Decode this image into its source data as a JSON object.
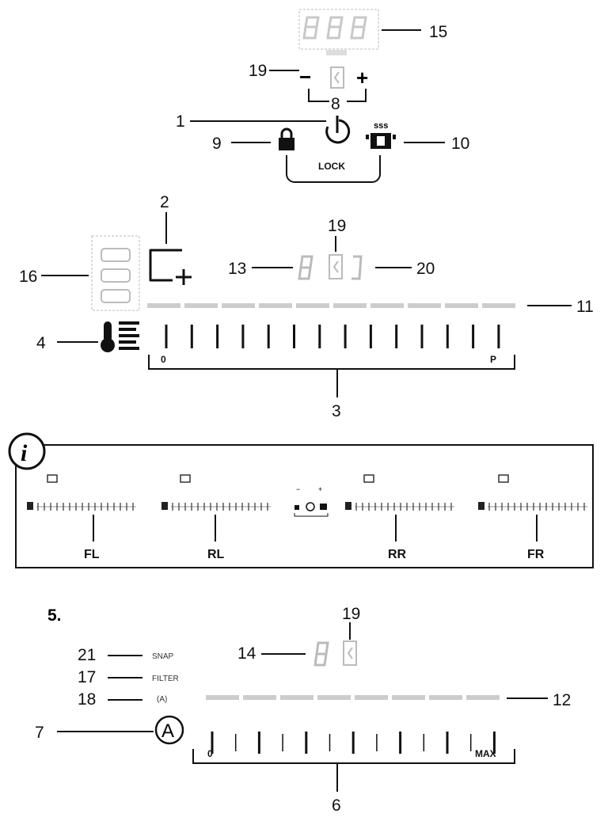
{
  "callouts": {
    "c15": "15",
    "c19a": "19",
    "c8": "8",
    "c1": "1",
    "c9": "9",
    "c10": "10",
    "c2": "2",
    "c19b": "19",
    "c16": "16",
    "c13": "13",
    "c20": "20",
    "c11": "11",
    "c4": "4",
    "c3": "3",
    "c5": "5.",
    "c19c": "19",
    "c21": "21",
    "c14": "14",
    "c17": "17",
    "c18": "18",
    "c12": "12",
    "c7": "7",
    "c6": "6"
  },
  "labels": {
    "lock": "LOCK",
    "minus": "−",
    "plus": "+",
    "slider_min": "0",
    "slider_max_power": "P",
    "slider_max_hood": "MAX",
    "snap": "SNAP",
    "filter": "FILTER",
    "auto": "(A)",
    "auto_button": "A",
    "info": "i",
    "steam_icon": "sss"
  },
  "zones": [
    "FL",
    "RL",
    "RR",
    "FR"
  ],
  "icons": {
    "power": "power-icon",
    "lock": "lock-icon",
    "keep_warm": "pot-keep-warm-icon",
    "bridge": "zone-bridge-icon",
    "temp": "temperature-icon",
    "info": "info-icon"
  }
}
